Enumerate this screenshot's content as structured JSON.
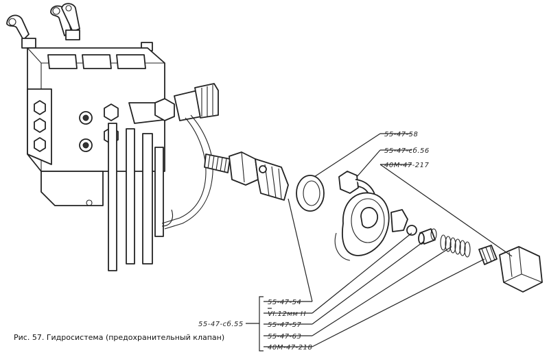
{
  "caption": "Рис. 57. Гидросистема (предохранительный клапан)",
  "labels_top": [
    "55-47-58",
    "55-47-сб.56",
    "40М-47-217"
  ],
  "labels_bottom": [
    "55-47-54",
    "VI.12мм Н",
    "55-47-57",
    "55-47-63",
    "40М-47-218"
  ],
  "group_label": "55-47-сб.55",
  "colors": {
    "ink": "#222222",
    "background": "#ffffff"
  }
}
